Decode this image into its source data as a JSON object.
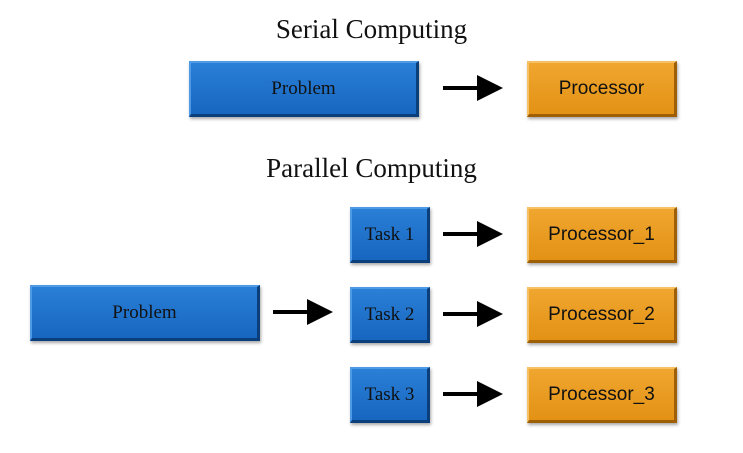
{
  "serial": {
    "title": "Serial Computing",
    "problem_label": "Problem",
    "processor_label": "Processor"
  },
  "parallel": {
    "title": "Parallel Computing",
    "problem_label": "Problem",
    "tasks": [
      {
        "label": "Task 1",
        "processor": "Processor_1"
      },
      {
        "label": "Task 2",
        "processor": "Processor_2"
      },
      {
        "label": "Task 3",
        "processor": "Processor_3"
      }
    ]
  },
  "colors": {
    "task_box": "#1f6fca",
    "processor_box": "#e99a20",
    "arrow": "#000000",
    "text": "#111111"
  }
}
